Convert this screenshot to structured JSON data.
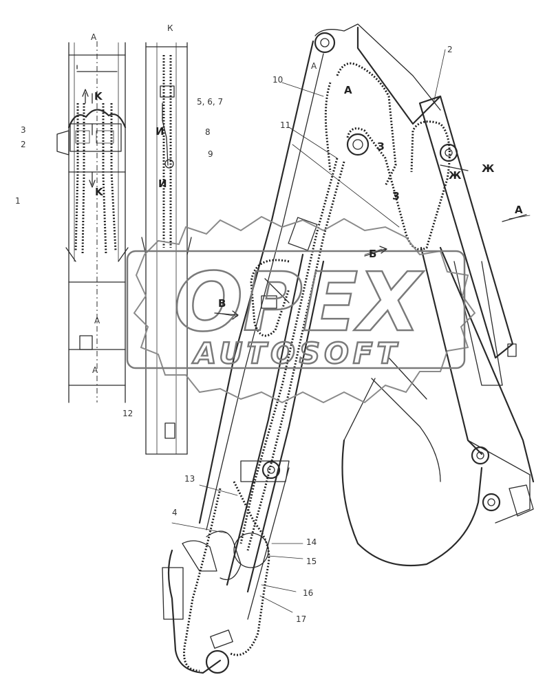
{
  "labels": {
    "part_1": "1",
    "part_2": "2",
    "part_2b": "2",
    "part_3": "3",
    "part_4": "4",
    "part_5_6_7": "5, 6, 7",
    "part_8": "8",
    "part_9": "9",
    "part_10": "10",
    "part_11": "11",
    "part_12": "12",
    "part_13": "13",
    "part_14": "14",
    "part_15": "15",
    "part_16": "16",
    "part_17": "17"
  },
  "view_marks": {
    "A_top_left": "A",
    "A_mid_left": "A",
    "A_bottom_left": "A",
    "K_top": "К",
    "K_upper": "K",
    "K_lower": "K",
    "I_upper": "И",
    "I_lower": "И",
    "A_boom_1": "A",
    "A_boom_2": "A",
    "A_right": "A",
    "Z_1": "З",
    "Z_2": "З",
    "ZH_1": "Ж",
    "ZH_2": "Ж",
    "B_mid": "Б",
    "V_left": "В"
  },
  "watermark": {
    "brand": "OPEX",
    "sub": "AUTOSOFT"
  }
}
